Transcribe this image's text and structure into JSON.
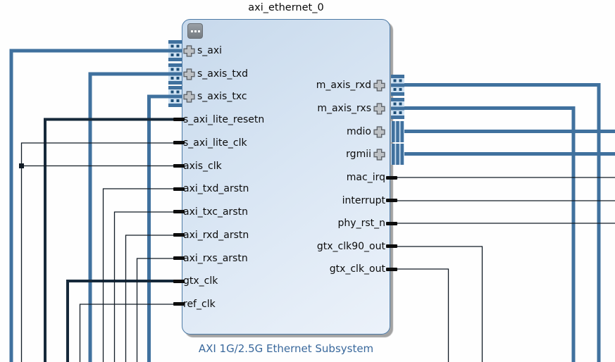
{
  "block": {
    "instance_name": "axi_ethernet_0",
    "type_label": "AXI 1G/2.5G Ethernet Subsystem",
    "config_icon": "ellipsis-icon",
    "left_ports": [
      {
        "name": "s_axi",
        "kind": "interface"
      },
      {
        "name": "s_axis_txd",
        "kind": "interface"
      },
      {
        "name": "s_axis_txc",
        "kind": "interface"
      },
      {
        "name": "s_axi_lite_resetn",
        "kind": "scalar"
      },
      {
        "name": "s_axi_lite_clk",
        "kind": "scalar"
      },
      {
        "name": "axis_clk",
        "kind": "scalar"
      },
      {
        "name": "axi_txd_arstn",
        "kind": "scalar"
      },
      {
        "name": "axi_txc_arstn",
        "kind": "scalar"
      },
      {
        "name": "axi_rxd_arstn",
        "kind": "scalar"
      },
      {
        "name": "axi_rxs_arstn",
        "kind": "scalar"
      },
      {
        "name": "gtx_clk",
        "kind": "scalar"
      },
      {
        "name": "ref_clk",
        "kind": "scalar"
      }
    ],
    "right_ports": [
      {
        "name": "m_axis_rxd",
        "kind": "interface"
      },
      {
        "name": "m_axis_rxs",
        "kind": "interface"
      },
      {
        "name": "mdio",
        "kind": "interface"
      },
      {
        "name": "rgmii",
        "kind": "interface"
      },
      {
        "name": "mac_irq",
        "kind": "scalar"
      },
      {
        "name": "interrupt",
        "kind": "scalar"
      },
      {
        "name": "phy_rst_n",
        "kind": "scalar"
      },
      {
        "name": "gtx_clk90_out",
        "kind": "scalar"
      },
      {
        "name": "gtx_clk_out",
        "kind": "scalar"
      }
    ]
  },
  "colors": {
    "bus_color": "#40719e",
    "thick_wire": "#16293a",
    "thin_wire": "#121c26",
    "block_border": "#4d7aa5",
    "stub_light": "#cfe2f3",
    "stub_dot": "#1d4e77",
    "tick_color": "#0d0d0d",
    "type_label": "#39689c"
  }
}
